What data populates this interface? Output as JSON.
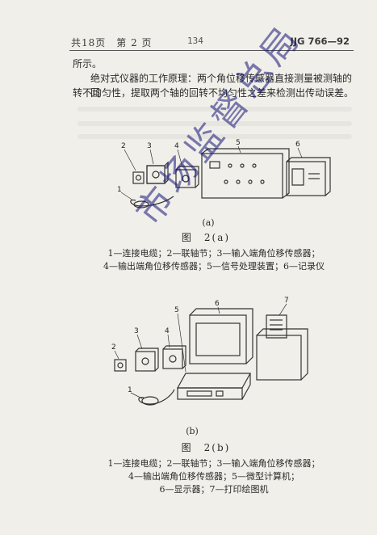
{
  "header": {
    "left": "共18页　第 2 页",
    "center": "134",
    "right": "JJG 766—92"
  },
  "body": {
    "line1": "所示。",
    "line2": "绝对式仪器的工作原理：两个角位移传感器直接测量被测轴的回",
    "line3": "转不均匀性，提取两个轴的回转不均匀性之差来检测出传动误差。"
  },
  "figure_a": {
    "numbers": [
      "1",
      "2",
      "3",
      "4",
      "5",
      "6"
    ],
    "sublabel": "(a)",
    "title": "图　2(a)",
    "legend_line1": "1—连接电缆；2—联轴节；3—输入端角位移传感器；",
    "legend_line2": "4—输出端角位移传感器；5—信号处理装置；6—记录仪"
  },
  "figure_b": {
    "numbers": [
      "1",
      "2",
      "3",
      "4",
      "5",
      "6",
      "7"
    ],
    "sublabel": "(b)",
    "title": "图　2(b)",
    "legend_line1": "1—连接电缆；2—联轴节；3—输入端角位移传感器；",
    "legend_line2": "4—输出端角位移传感器；5—微型计算机；",
    "legend_line3": "6—显示器；7—打印绘图机"
  },
  "watermark": "市场监督总局"
}
